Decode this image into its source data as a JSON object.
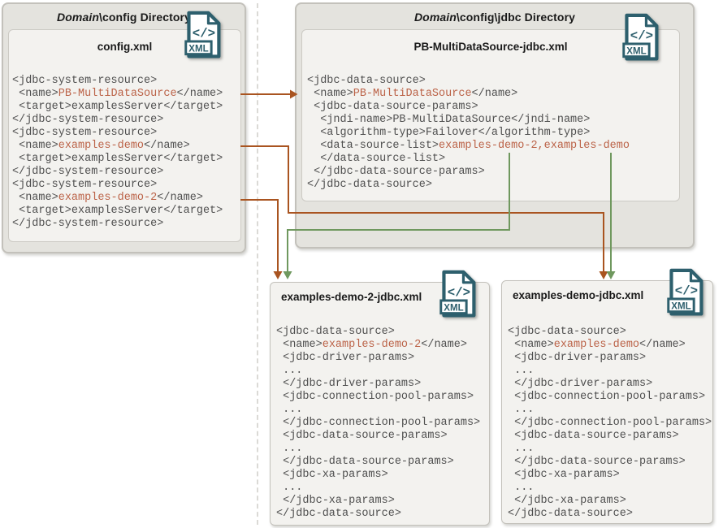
{
  "colors": {
    "highlight": "#bb6247",
    "arrow_orange": "#a95420",
    "arrow_green": "#6f985e",
    "icon_teal": "#2d5f6d",
    "code_text": "#4f4f4f",
    "header_text": "#1a1a1a",
    "box_outer_fill": "#e4e3de",
    "box_inner_fill": "#f3f2ef",
    "box_border": "#c3c1bb",
    "inner_border": "#cccac4"
  },
  "icon_glyph": "</>",
  "icon_label": "XML",
  "config_directory": {
    "header_domain": "Domain",
    "header_rest": "\\config Directory",
    "file_title": "config.xml",
    "code": [
      [
        "<jdbc-system-resource>"
      ],
      [
        " <name>",
        {
          "text": "PB-MultiDataSource",
          "highlight": true
        },
        "</name>"
      ],
      [
        " <target>examplesServer</target>"
      ],
      [
        "</jdbc-system-resource>"
      ],
      [
        "<jdbc-system-resource>"
      ],
      [
        " <name>",
        {
          "text": "examples-demo",
          "highlight": true
        },
        "</name>"
      ],
      [
        " <target>examplesServer</target>"
      ],
      [
        "</jdbc-system-resource>"
      ],
      [
        "<jdbc-system-resource>"
      ],
      [
        " <name>",
        {
          "text": "examples-demo-2",
          "highlight": true
        },
        "</name>"
      ],
      [
        " <target>examplesServer</target>"
      ],
      [
        "</jdbc-system-resource>"
      ]
    ]
  },
  "jdbc_directory": {
    "header_domain": "Domain",
    "header_rest": "\\config\\jdbc Directory",
    "file_title": "PB-MultiDataSource-jdbc.xml",
    "code": [
      [
        "<jdbc-data-source>"
      ],
      [
        " <name>",
        {
          "text": "PB-MultiDataSource",
          "highlight": true
        },
        "</name>"
      ],
      [
        " <jdbc-data-source-params>"
      ],
      [
        "  <jndi-name>PB-MultiDataSource</jndi-name>"
      ],
      [
        "  <algorithm-type>Failover</algorithm-type>"
      ],
      [
        "  <data-source-list>",
        {
          "text": "examples-demo-2,examples-demo",
          "highlight": true
        }
      ],
      [
        "  </data-source-list>"
      ],
      [
        " </jdbc-data-source-params>"
      ],
      [
        "</jdbc-data-source>"
      ]
    ]
  },
  "demo2_file": {
    "title": "examples-demo-2-jdbc.xml",
    "code": [
      [
        "<jdbc-data-source>"
      ],
      [
        " <name>",
        {
          "text": "examples-demo-2",
          "highlight": true
        },
        "</name>"
      ],
      [
        " <jdbc-driver-params>"
      ],
      [
        " ..."
      ],
      [
        " </jdbc-driver-params>"
      ],
      [
        " <jdbc-connection-pool-params>"
      ],
      [
        " ..."
      ],
      [
        " </jdbc-connection-pool-params>"
      ],
      [
        " <jdbc-data-source-params>"
      ],
      [
        " ..."
      ],
      [
        " </jdbc-data-source-params>"
      ],
      [
        " <jdbc-xa-params>"
      ],
      [
        " ..."
      ],
      [
        " </jdbc-xa-params>"
      ],
      [
        "</jdbc-data-source>"
      ]
    ]
  },
  "demo_file": {
    "title": "examples-demo-jdbc.xml",
    "code": [
      [
        "<jdbc-data-source>"
      ],
      [
        " <name>",
        {
          "text": "examples-demo",
          "highlight": true
        },
        "</name>"
      ],
      [
        " <jdbc-driver-params>"
      ],
      [
        " ..."
      ],
      [
        " </jdbc-driver-params>"
      ],
      [
        " <jdbc-connection-pool-params>"
      ],
      [
        " ..."
      ],
      [
        " </jdbc-connection-pool-params>"
      ],
      [
        " <jdbc-data-source-params>"
      ],
      [
        " ..."
      ],
      [
        " </jdbc-data-source-params>"
      ],
      [
        " <jdbc-xa-params>"
      ],
      [
        " ..."
      ],
      [
        " </jdbc-xa-params>"
      ],
      [
        "</jdbc-data-source>"
      ]
    ]
  },
  "connections": [
    {
      "from": "config.xml name PB-MultiDataSource",
      "to": "PB-MultiDataSource-jdbc.xml name",
      "color": "orange"
    },
    {
      "from": "config.xml name examples-demo",
      "to": "examples-demo-jdbc.xml",
      "color": "orange"
    },
    {
      "from": "config.xml name examples-demo-2",
      "to": "examples-demo-2-jdbc.xml",
      "color": "orange"
    },
    {
      "from": "data-source-list examples-demo-2",
      "to": "examples-demo-2-jdbc.xml",
      "color": "green"
    },
    {
      "from": "data-source-list examples-demo",
      "to": "examples-demo-jdbc.xml",
      "color": "green"
    }
  ]
}
